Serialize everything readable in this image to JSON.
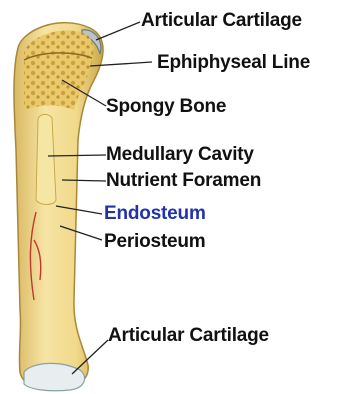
{
  "colors": {
    "bone_shaft": "#f1d98a",
    "bone_shaft_dark": "#c9a84a",
    "spongy": "#e3c25e",
    "cavity": "#f6e6a3",
    "cartilage": "#e8eef0",
    "label_text": "#111111",
    "endosteum_text": "#2233aa",
    "artery": "#c0392b",
    "leader_line": "#222222"
  },
  "labels": {
    "articular_cartilage_top": "Articular Cartilage",
    "epiphyseal_line": "Ephiphyseal Line",
    "spongy_bone": "Spongy Bone",
    "medullary_cavity": "Medullary Cavity",
    "nutrient_foramen": "Nutrient Foramen",
    "endosteum": "Endosteum",
    "periosteum": "Periosteum",
    "articular_cartilage_bottom": "Articular Cartilage"
  }
}
